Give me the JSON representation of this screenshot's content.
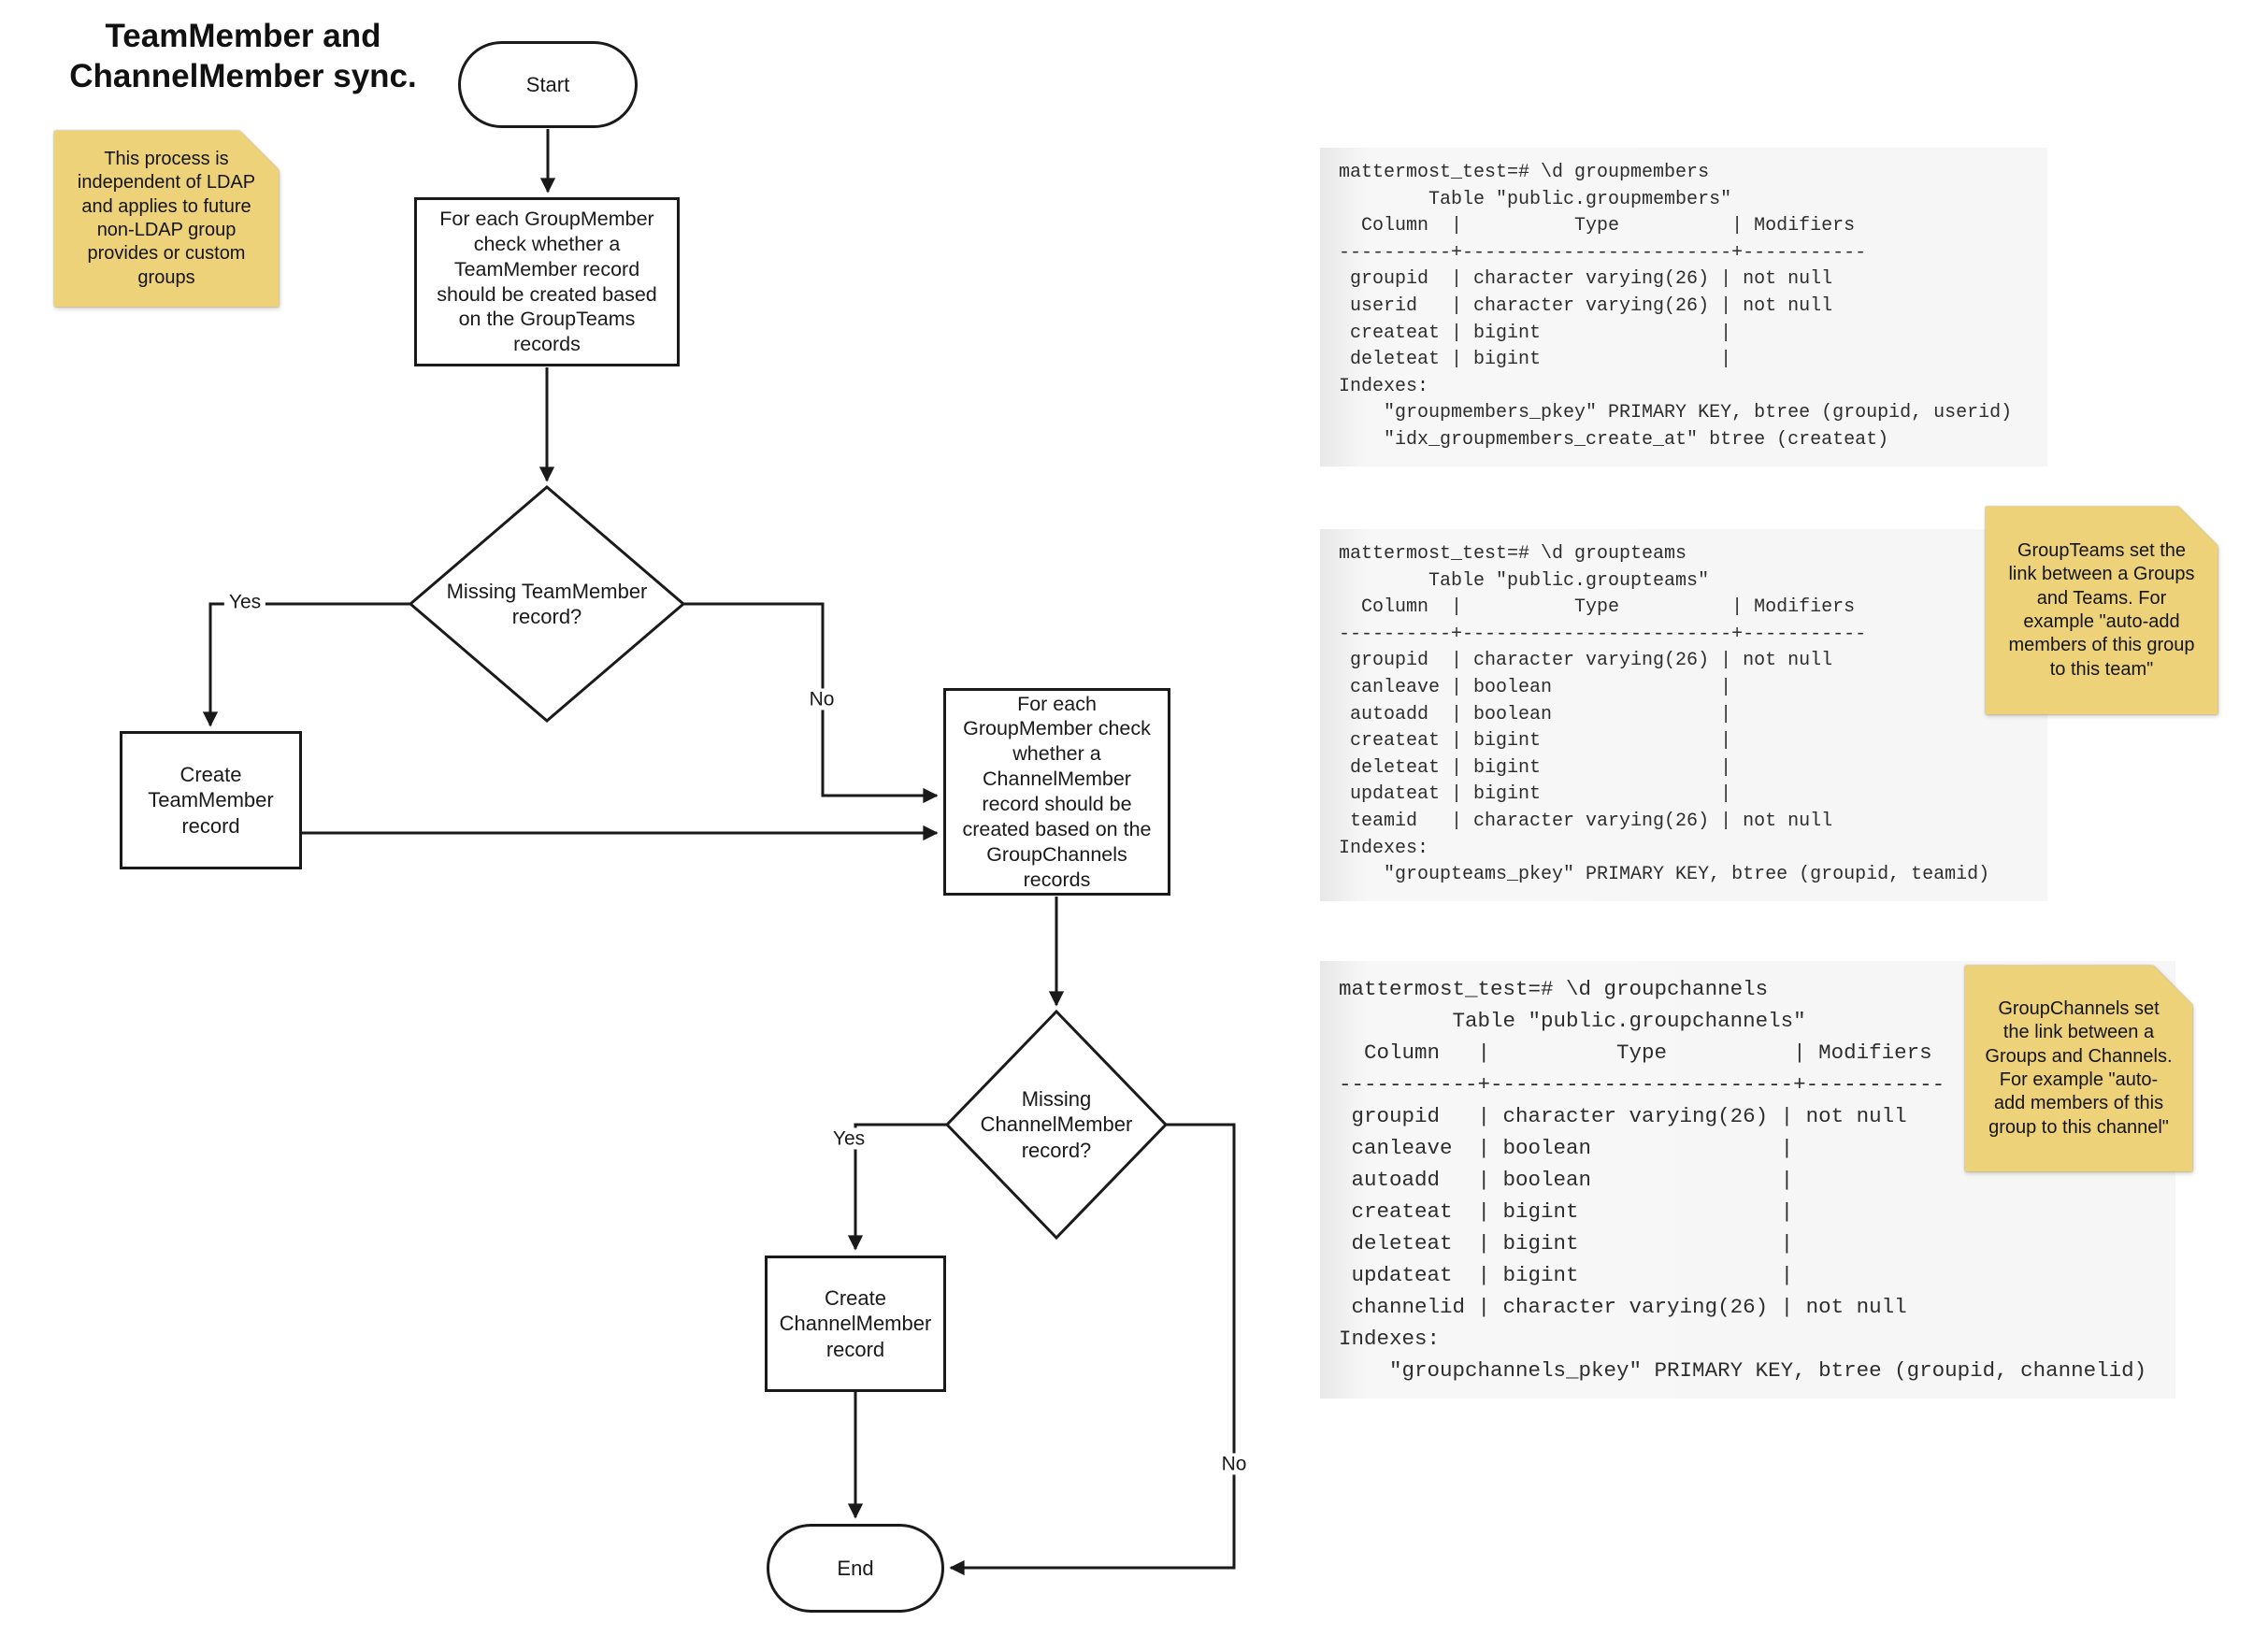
{
  "page": {
    "title": "TeamMember and\nChannelMember sync."
  },
  "sticky_notes": {
    "process_note": "This process is independent of LDAP and applies to future non-LDAP group provides or custom groups",
    "groupteams_note": "GroupTeams set the link between a Groups and Teams. For example \"auto-add members of this group to this team\"",
    "groupchannels_note": "GroupChannels set the link between a Groups and Channels. For example \"auto-add members of this group to this channel\""
  },
  "flowchart": {
    "start_label": "Start",
    "check_teammember_step": "For each GroupMember check whether a TeamMember record should be created based on the GroupTeams records",
    "missing_teammember_decision": "Missing TeamMember record?",
    "create_teammember_step": "Create TeamMember record",
    "check_channelmember_step": "For each GroupMember check whether a ChannelMember record should be created based on the GroupChannels records",
    "missing_channelmember_decision": "Missing ChannelMember record?",
    "create_channelmember_step": "Create ChannelMember record",
    "end_label": "End",
    "edge_labels": {
      "teammember_yes": "Yes",
      "teammember_no": "No",
      "channelmember_yes": "Yes",
      "channelmember_no": "No"
    }
  },
  "psql_outputs": {
    "groupmembers": {
      "lines": [
        "mattermost_test=# \\d groupmembers",
        "        Table \"public.groupmembers\"",
        "  Column  |          Type          | Modifiers",
        "----------+------------------------+-----------",
        " groupid  | character varying(26) | not null",
        " userid   | character varying(26) | not null",
        " createat | bigint                |",
        " deleteat | bigint                |",
        "Indexes:",
        "    \"groupmembers_pkey\" PRIMARY KEY, btree (groupid, userid)",
        "    \"idx_groupmembers_create_at\" btree (createat)"
      ]
    },
    "groupteams": {
      "lines": [
        "mattermost_test=# \\d groupteams",
        "        Table \"public.groupteams\"",
        "  Column  |          Type          | Modifiers",
        "----------+------------------------+-----------",
        " groupid  | character varying(26) | not null",
        " canleave | boolean               |",
        " autoadd  | boolean               |",
        " createat | bigint                |",
        " deleteat | bigint                |",
        " updateat | bigint                |",
        " teamid   | character varying(26) | not null",
        "Indexes:",
        "    \"groupteams_pkey\" PRIMARY KEY, btree (groupid, teamid)"
      ]
    },
    "groupchannels": {
      "lines": [
        "mattermost_test=# \\d groupchannels",
        "         Table \"public.groupchannels\"",
        "  Column   |          Type          | Modifiers",
        "-----------+------------------------+-----------",
        " groupid   | character varying(26) | not null",
        " canleave  | boolean               |",
        " autoadd   | boolean               |",
        " createat  | bigint                |",
        " deleteat  | bigint                |",
        " updateat  | bigint                |",
        " channelid | character varying(26) | not null",
        "Indexes:",
        "    \"groupchannels_pkey\" PRIMARY KEY, btree (groupid, channelid)"
      ]
    }
  },
  "colors": {
    "note_fill": "#EDD27A",
    "note_fold": "#D9BC60",
    "note_border": "#B1953F",
    "line_color": "#1A1A1A",
    "code_text": "#2D2D2D",
    "code_background": "#F0F0F0"
  }
}
